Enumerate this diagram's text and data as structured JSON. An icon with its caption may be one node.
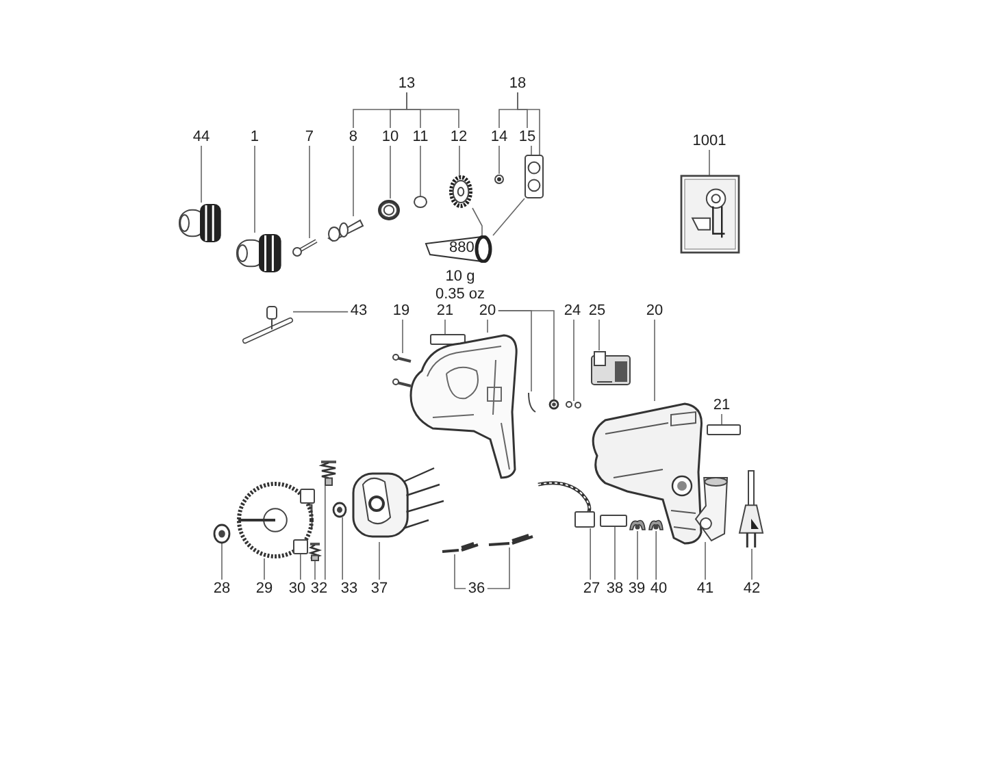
{
  "diagram": {
    "nodes": [
      {
        "text": [
          "13"
        ]
      },
      {
        "text": [
          "18"
        ]
      },
      {
        "text": [
          "44"
        ]
      },
      {
        "text": [],
        "shape": "picture"
      },
      {
        "text": [
          "1"
        ]
      },
      {
        "text": [],
        "shape": "picture"
      },
      {
        "text": [
          "7"
        ]
      },
      {
        "text": [],
        "shape": "picture"
      },
      {
        "text": [
          "8"
        ]
      },
      {
        "text": [],
        "shape": "picture"
      },
      {
        "text": [
          "10"
        ]
      },
      {
        "text": [],
        "shape": "picture"
      },
      {
        "text": [
          "11"
        ]
      },
      {
        "text": [],
        "shape": "circle"
      },
      {
        "text": [
          "12"
        ]
      },
      {
        "text": [],
        "shape": "picture"
      },
      {
        "text": [
          "14"
        ]
      },
      {
        "text": [],
        "shape": "picture"
      },
      {
        "text": [
          "15"
        ]
      },
      {
        "text": [],
        "shape": "picture"
      },
      {
        "text": [
          "1001"
        ]
      },
      {
        "text": [],
        "shape": "picture"
      },
      {
        "text": [
          "880"
        ],
        "beside": [
          "10 g 0.35 oz"
        ]
      },
      {
        "text": [
          "43"
        ]
      },
      {
        "text": [],
        "shape": "picture"
      },
      {
        "text": [
          "19"
        ]
      },
      {
        "text": [],
        "shape": "picture"
      },
      {
        "text": [
          "21"
        ]
      },
      {
        "text": [],
        "shape": "box"
      },
      {
        "text": [
          "20"
        ]
      },
      {
        "text": [],
        "shape": "picture"
      },
      {
        "text": [],
        "shape": "picture"
      },
      {
        "text": [],
        "shape": "picture"
      },
      {
        "text": [
          "24"
        ]
      },
      {
        "text": [],
        "shape": "picture"
      },
      {
        "text": [
          "25"
        ]
      },
      {
        "text": [],
        "shape": "picture"
      },
      {
        "text": [
          "20"
        ]
      },
      {
        "text": [],
        "shape": "picture"
      },
      {
        "text": [
          "21"
        ]
      },
      {
        "text": [],
        "shape": "box"
      },
      {
        "text": [],
        "shape": "picture"
      },
      {
        "text": [],
        "shape": "picture"
      },
      {
        "text": [],
        "shape": "box"
      },
      {
        "text": [],
        "shape": "box"
      },
      {
        "text": [],
        "shape": "picture"
      },
      {
        "text": [],
        "shape": "picture"
      },
      {
        "text": [],
        "shape": "picture"
      },
      {
        "text": [],
        "shape": "picture"
      },
      {
        "text": [],
        "shape": "picture"
      },
      {
        "text": [],
        "shape": "picture"
      },
      {
        "text": [],
        "shape": "picture"
      },
      {
        "text": [],
        "shape": "box"
      },
      {
        "text": [],
        "shape": "picture"
      },
      {
        "text": [],
        "shape": "picture"
      },
      {
        "text": [],
        "shape": "picture"
      },
      {
        "text": [],
        "shape": "picture"
      },
      {
        "text": [
          "28"
        ]
      },
      {
        "text": [
          "29"
        ]
      },
      {
        "text": [
          "30"
        ]
      },
      {
        "text": [
          "32"
        ]
      },
      {
        "text": [
          "33"
        ]
      },
      {
        "text": [
          "37"
        ]
      },
      {
        "text": [
          "36"
        ]
      },
      {
        "text": [
          "27"
        ]
      },
      {
        "text": [
          "38"
        ]
      },
      {
        "text": [
          "39"
        ]
      },
      {
        "text": [
          "40"
        ]
      },
      {
        "text": [
          "41"
        ]
      },
      {
        "text": [
          "42"
        ]
      }
    ],
    "edges": [
      {
        "from": 0,
        "to": 8,
        "arrow": "none"
      },
      {
        "from": 0,
        "to": 10,
        "arrow": "none"
      },
      {
        "from": 0,
        "to": 12,
        "arrow": "none"
      },
      {
        "from": 0,
        "to": 14,
        "arrow": "none"
      },
      {
        "from": 1,
        "to": 16,
        "arrow": "none"
      },
      {
        "from": 1,
        "to": 18,
        "arrow": "none"
      },
      {
        "from": 1,
        "to": 19,
        "arrow": "none"
      },
      {
        "from": 2,
        "to": 3,
        "arrow": "none"
      },
      {
        "from": 4,
        "to": 5,
        "arrow": "none"
      },
      {
        "from": 6,
        "to": 7,
        "arrow": "none"
      },
      {
        "from": 8,
        "to": 9,
        "arrow": "none"
      },
      {
        "from": 10,
        "to": 11,
        "arrow": "none"
      },
      {
        "from": 12,
        "to": 13,
        "arrow": "none"
      },
      {
        "from": 14,
        "to": 15,
        "arrow": "none"
      },
      {
        "from": 16,
        "to": 17,
        "arrow": "none"
      },
      {
        "from": 18,
        "to": 19,
        "arrow": "none"
      },
      {
        "from": 20,
        "to": 21,
        "arrow": "none"
      },
      {
        "from": 22,
        "to": 15,
        "arrow": "none"
      },
      {
        "from": 22,
        "to": 19,
        "arrow": "none"
      },
      {
        "from": 23,
        "to": 24,
        "arrow": "none"
      },
      {
        "from": 25,
        "to": 26,
        "arrow": "none"
      },
      {
        "from": 27,
        "to": 28,
        "arrow": "none"
      },
      {
        "from": 29,
        "to": 30,
        "arrow": "none"
      },
      {
        "from": 29,
        "to": 31,
        "arrow": "none"
      },
      {
        "from": 29,
        "to": 32,
        "arrow": "none"
      },
      {
        "from": 33,
        "to": 34,
        "arrow": "none"
      },
      {
        "from": 35,
        "to": 36,
        "arrow": "none"
      },
      {
        "from": 37,
        "to": 38,
        "arrow": "none"
      },
      {
        "from": 39,
        "to": 40,
        "arrow": "none"
      },
      {
        "from": 57,
        "to": 41,
        "arrow": "none"
      },
      {
        "from": 58,
        "to": 42,
        "arrow": "none"
      },
      {
        "from": 59,
        "to": 44,
        "arrow": "none"
      },
      {
        "from": 60,
        "to": 45,
        "arrow": "none"
      },
      {
        "from": 60,
        "to": 46,
        "arrow": "none"
      },
      {
        "from": 61,
        "to": 47,
        "arrow": "none"
      },
      {
        "from": 62,
        "to": 48,
        "arrow": "none"
      },
      {
        "from": 63,
        "to": 49,
        "arrow": "none"
      },
      {
        "from": 63,
        "to": 50,
        "arrow": "none"
      },
      {
        "from": 64,
        "to": 51,
        "arrow": "none"
      },
      {
        "from": 65,
        "to": 52,
        "arrow": "none"
      },
      {
        "from": 66,
        "to": 53,
        "arrow": "none"
      },
      {
        "from": 67,
        "to": 54,
        "arrow": "none"
      },
      {
        "from": 68,
        "to": 55,
        "arrow": "none"
      },
      {
        "from": 69,
        "to": 56,
        "arrow": "none"
      }
    ]
  }
}
